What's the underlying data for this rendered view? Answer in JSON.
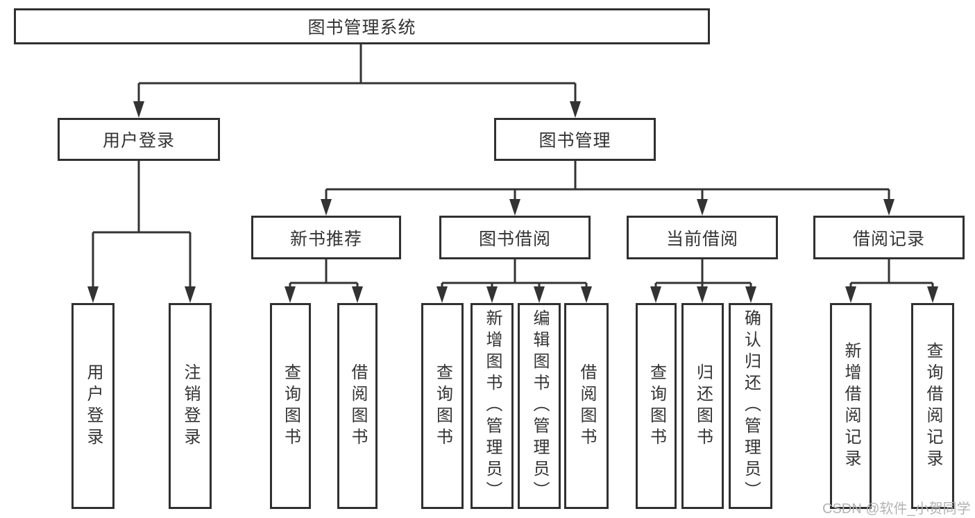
{
  "root": {
    "label": "图书管理系统",
    "children": [
      {
        "label": "用户登录",
        "children": [
          {
            "label": "用户登录"
          },
          {
            "label": "注销登录"
          }
        ]
      },
      {
        "label": "图书管理",
        "children": [
          {
            "label": "新书推荐",
            "children": [
              {
                "label": "查询图书"
              },
              {
                "label": "借阅图书"
              }
            ]
          },
          {
            "label": "图书借阅",
            "children": [
              {
                "label": "查询图书"
              },
              {
                "label": "新增图书（管理员）"
              },
              {
                "label": "编辑图书（管理员）"
              },
              {
                "label": "借阅图书"
              }
            ]
          },
          {
            "label": "当前借阅",
            "children": [
              {
                "label": "查询图书"
              },
              {
                "label": "归还图书"
              },
              {
                "label": "确认归还（管理员）"
              }
            ]
          },
          {
            "label": "借阅记录",
            "children": [
              {
                "label": "新增借阅记录"
              },
              {
                "label": "查询借阅记录"
              }
            ]
          }
        ]
      }
    ]
  },
  "watermark": "CSDN @软件_小贺同学",
  "colors": {
    "line": "#333333",
    "border": "#303030",
    "text": "#333333",
    "watermark": "#b3b3b3",
    "background": "#ffffff"
  }
}
